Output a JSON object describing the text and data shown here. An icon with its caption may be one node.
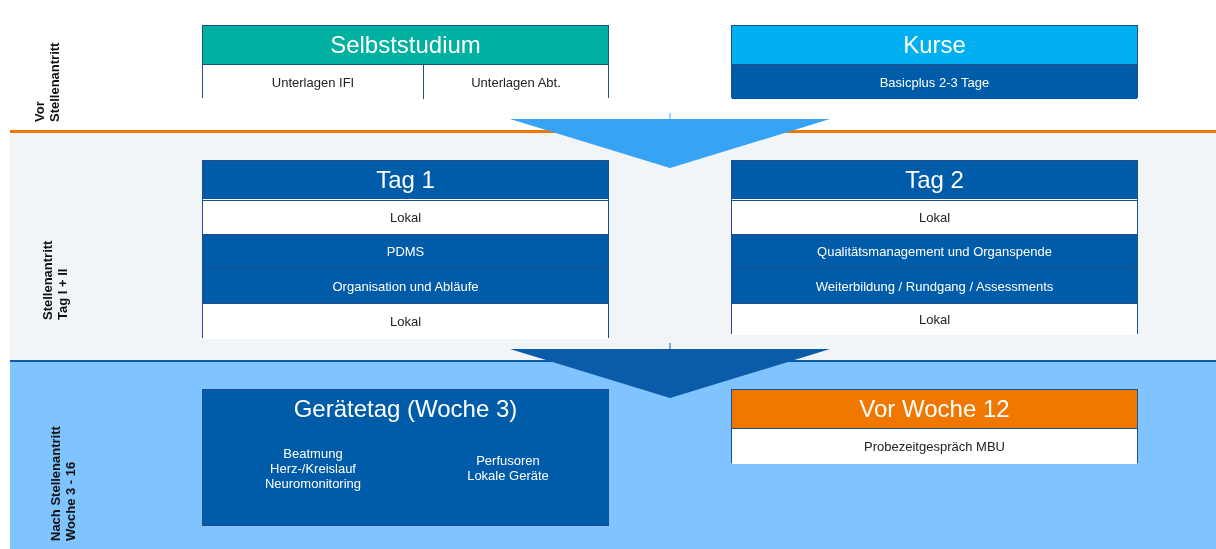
{
  "diagram": {
    "nodes": [
      {
        "text": [
          "Vor Stellenantritt"
        ]
      },
      {
        "text": [
          "Selbststudium",
          "Unterlagen IFI",
          "Unterlagen Abt."
        ],
        "in": 0
      },
      {
        "text": [
          "Kurse",
          "Basicplus 2-3 Tage"
        ],
        "in": 0
      },
      {
        "text": [
          "Stellenantritt Tag I + II"
        ]
      },
      {
        "text": [
          "Tag 1",
          "Lokal",
          "PDMS",
          "Organisation und Abläufe",
          "Lokal"
        ],
        "in": 3
      },
      {
        "text": [
          "Tag 2",
          "Lokal",
          "Qualitätsmanagement und Organspende",
          "Weiterbildung / Rundgang / Assessments",
          "Lokal"
        ],
        "in": 3
      },
      {
        "text": [
          "Nach Stellenantritt Woche 3 - 16"
        ]
      },
      {
        "text": [
          "Gerätetag (Woche 3)",
          "Beatmung Herz-/Kreislauf Neuromonitoring",
          "Perfusoren Lokale Geräte"
        ],
        "in": 6
      },
      {
        "text": [
          "Vor Woche 12",
          "Probezeitgespräch MBU"
        ],
        "in": 6
      }
    ],
    "edges": [
      {
        "from": 0,
        "to": 3,
        "arrow": "to",
        "color": "#36a3f5"
      },
      {
        "from": 3,
        "to": 6,
        "arrow": "to",
        "color": "#0a5ca8"
      }
    ]
  }
}
